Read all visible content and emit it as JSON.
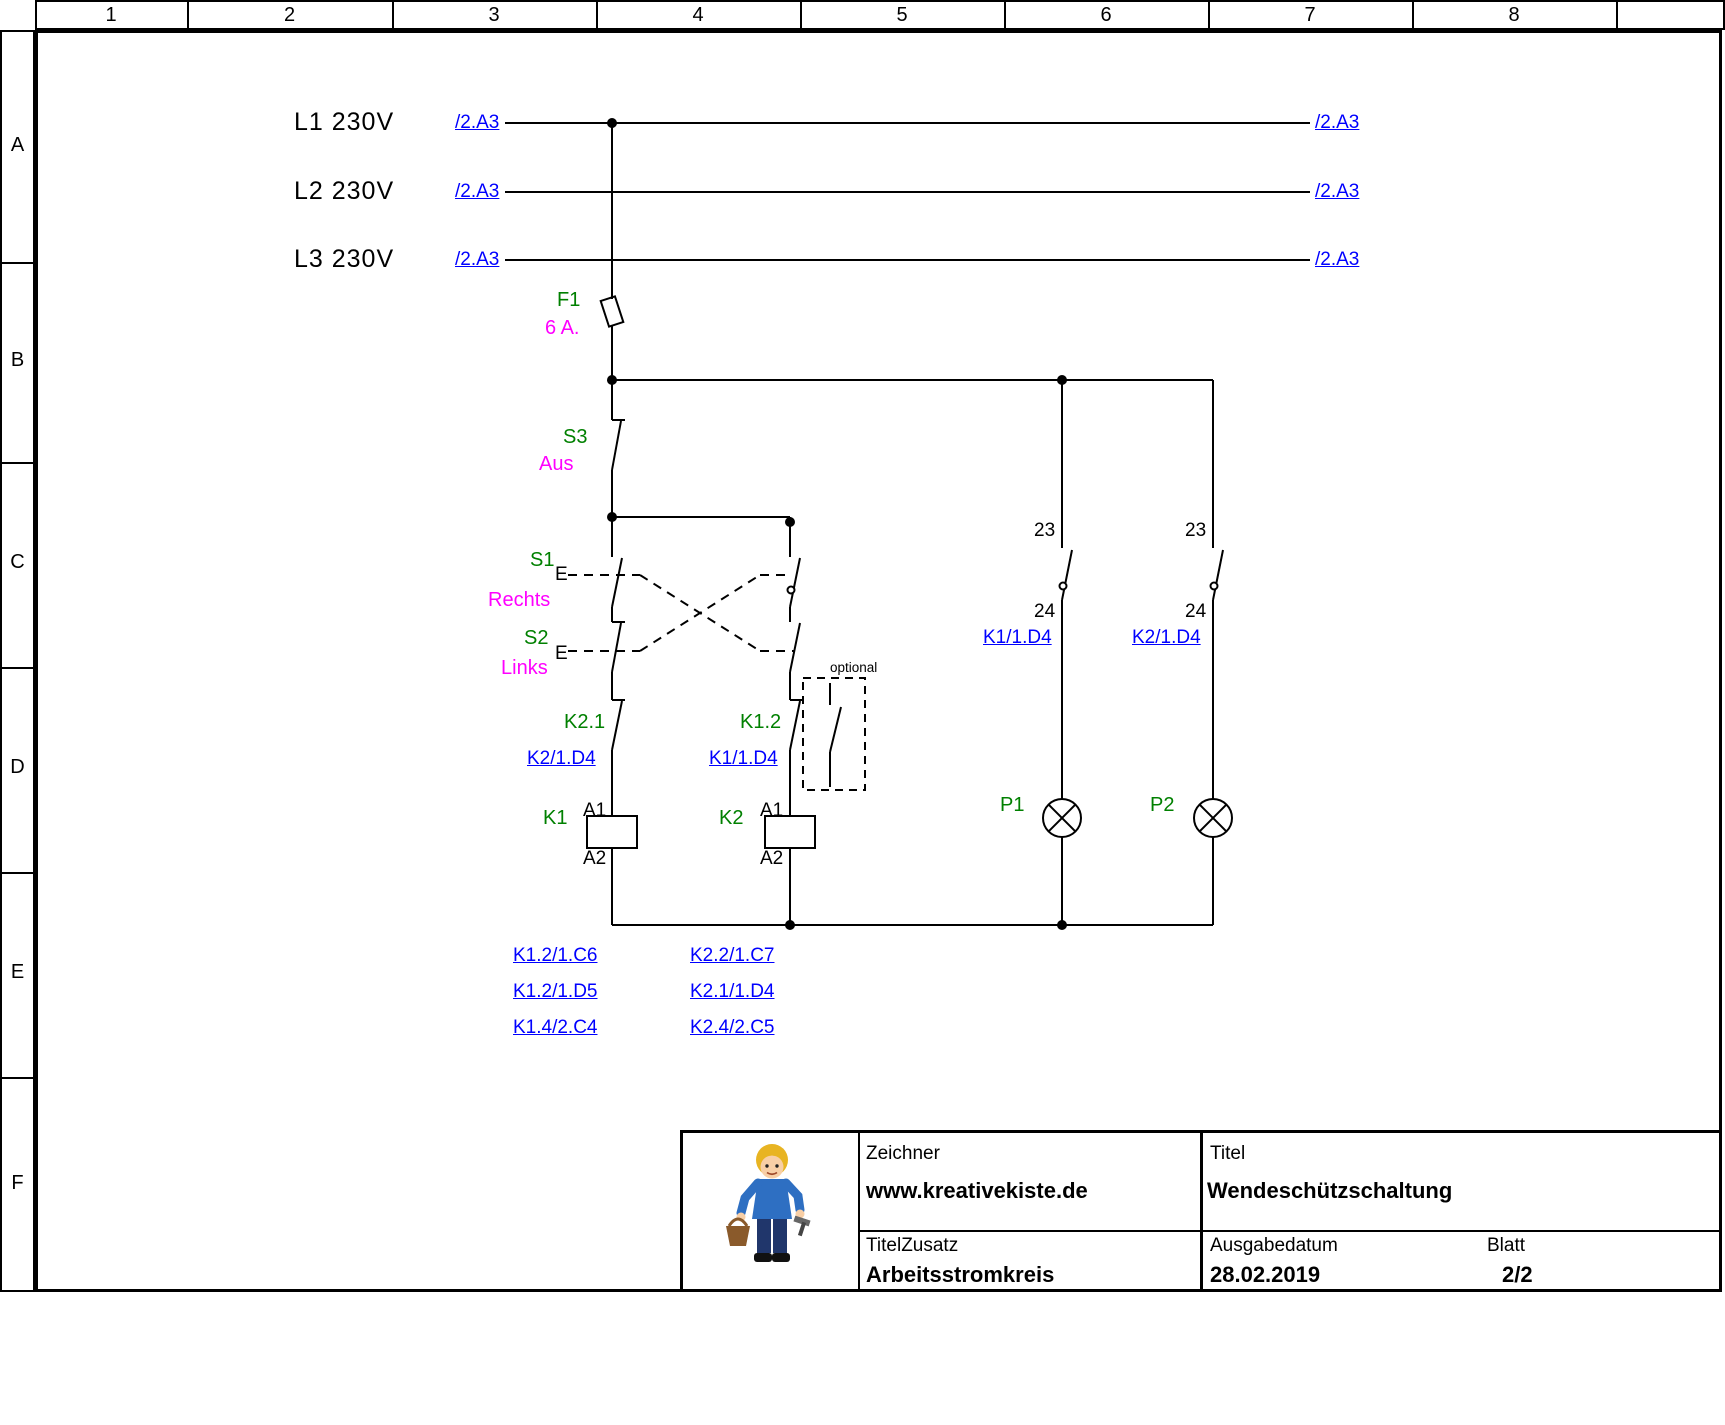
{
  "colors": {
    "component_name": "#008000",
    "component_value": "#ff00ff",
    "cross_reference": "#0000ff",
    "line": "#000000"
  },
  "frame": {
    "columns": [
      "1",
      "2",
      "3",
      "4",
      "5",
      "6",
      "7",
      "8"
    ],
    "rows": [
      "A",
      "B",
      "C",
      "D",
      "E",
      "F"
    ]
  },
  "power_lines": {
    "l1": {
      "label": "L1 230V",
      "left_ref": "/2.A3",
      "right_ref": "/2.A3"
    },
    "l2": {
      "label": "L2 230V",
      "left_ref": "/2.A3",
      "right_ref": "/2.A3"
    },
    "l3": {
      "label": "L3 230V",
      "left_ref": "/2.A3",
      "right_ref": "/2.A3"
    }
  },
  "components": {
    "f1": {
      "name": "F1",
      "value": "6 A."
    },
    "s3": {
      "name": "S3",
      "value": "Aus"
    },
    "s1": {
      "name": "S1",
      "value": "Rechts",
      "actuator": "E"
    },
    "s2": {
      "name": "S2",
      "value": "Links",
      "actuator": "E"
    },
    "k21": {
      "name": "K2.1",
      "ref": "K2/1.D4"
    },
    "k12": {
      "name": "K1.2",
      "ref": "K1/1.D4"
    },
    "optional": "optional",
    "k1": {
      "name": "K1",
      "t_top": "A1",
      "t_bottom": "A2"
    },
    "k2": {
      "name": "K2",
      "t_top": "A1",
      "t_bottom": "A2"
    },
    "aux1": {
      "t_top": "23",
      "t_bottom": "24",
      "ref": "K1/1.D4"
    },
    "aux2": {
      "t_top": "23",
      "t_bottom": "24",
      "ref": "K2/1.D4"
    },
    "p1": {
      "name": "P1"
    },
    "p2": {
      "name": "P2"
    }
  },
  "contact_mirrors": {
    "k1": [
      "K1.2/1.C6",
      "K1.2/1.D5",
      "K1.4/2.C4"
    ],
    "k2": [
      "K2.2/1.C7",
      "K2.1/1.D4",
      "K2.4/2.C5"
    ]
  },
  "title_block": {
    "zeichner_label": "Zeichner",
    "zeichner_value": "www.kreativekiste.de",
    "titel_label": "Titel",
    "titel_value": "Wendeschützschaltung",
    "titelzusatz_label": "TitelZusatz",
    "titelzusatz_value": "Arbeitsstromkreis",
    "ausgabedatum_label": "Ausgabedatum",
    "ausgabedatum_value": "28.02.2019",
    "blatt_label": "Blatt",
    "blatt_value": "2/2"
  }
}
